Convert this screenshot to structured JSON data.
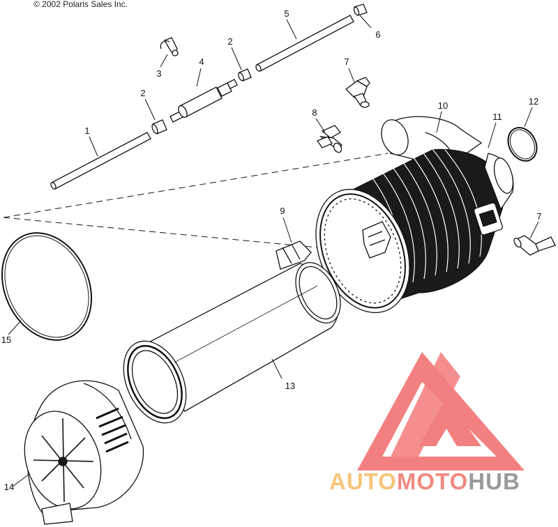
{
  "copyright": "© 2002 Polaris Sales Inc.",
  "callouts": [
    {
      "id": "c1",
      "label": "1"
    },
    {
      "id": "c2a",
      "label": "2"
    },
    {
      "id": "c2b",
      "label": "2"
    },
    {
      "id": "c3",
      "label": "3"
    },
    {
      "id": "c4",
      "label": "4"
    },
    {
      "id": "c5",
      "label": "5"
    },
    {
      "id": "c6",
      "label": "6"
    },
    {
      "id": "c7a",
      "label": "7"
    },
    {
      "id": "c7b",
      "label": "7"
    },
    {
      "id": "c8",
      "label": "8"
    },
    {
      "id": "c9",
      "label": "9"
    },
    {
      "id": "c10",
      "label": "10"
    },
    {
      "id": "c11",
      "label": "11"
    },
    {
      "id": "c12",
      "label": "12"
    },
    {
      "id": "c13",
      "label": "13"
    },
    {
      "id": "c14",
      "label": "14"
    },
    {
      "id": "c15",
      "label": "15"
    }
  ],
  "watermark": {
    "part1": "AUTO",
    "part2": "MOTO",
    "part3": "HUB",
    "color1": "#f5c57a",
    "color2": "#f08a80",
    "color3": "#9a9a9a",
    "logo_color": "#f26b6b"
  }
}
